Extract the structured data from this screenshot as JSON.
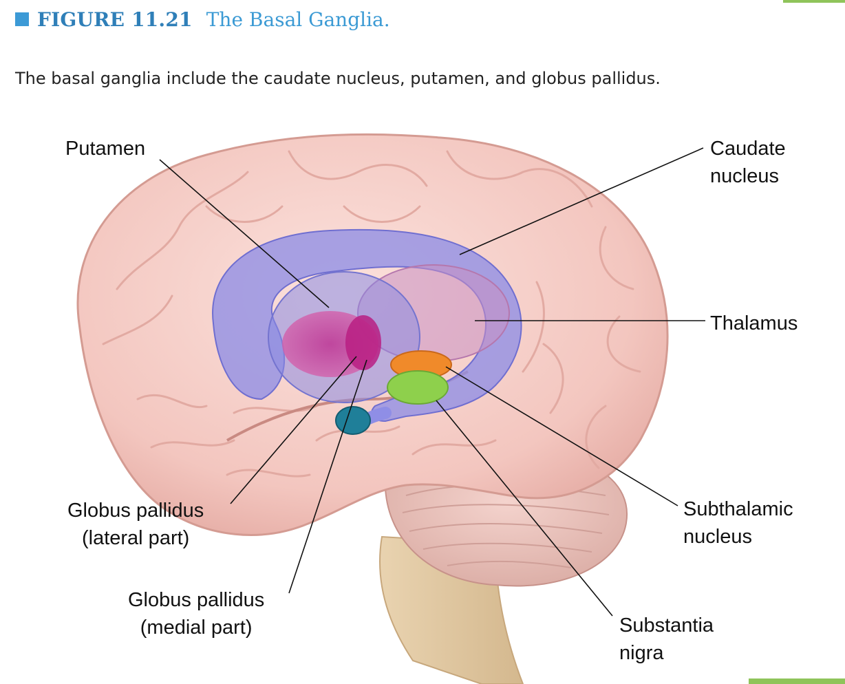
{
  "figure": {
    "label": "FIGURE 11.21",
    "title": "The Basal Ganglia."
  },
  "caption": "The basal ganglia include the caudate nucleus, putamen, and globus pallidus.",
  "labels": {
    "putamen": [
      "Putamen"
    ],
    "caudate_nucleus": [
      "Caudate",
      "nucleus"
    ],
    "thalamus": [
      "Thalamus"
    ],
    "globus_pallidus_lateral": [
      "Globus pallidus",
      "(lateral part)"
    ],
    "globus_pallidus_medial": [
      "Globus pallidus",
      "(medial part)"
    ],
    "subthalamic_nucleus": [
      "Subthalamic",
      "nucleus"
    ],
    "substantia_nigra": [
      "Substantia",
      "nigra"
    ]
  },
  "colors": {
    "brain": "#f3c6bf",
    "caudate": "#8f8ee6",
    "putamen_globus": "#d24aa0",
    "thalamus": "#c98fc2",
    "subthalamic": "#f08a2a",
    "substantia_nigra": "#8ed04c",
    "amygdala": "#1f7f99",
    "accent": "#8fc45a"
  }
}
